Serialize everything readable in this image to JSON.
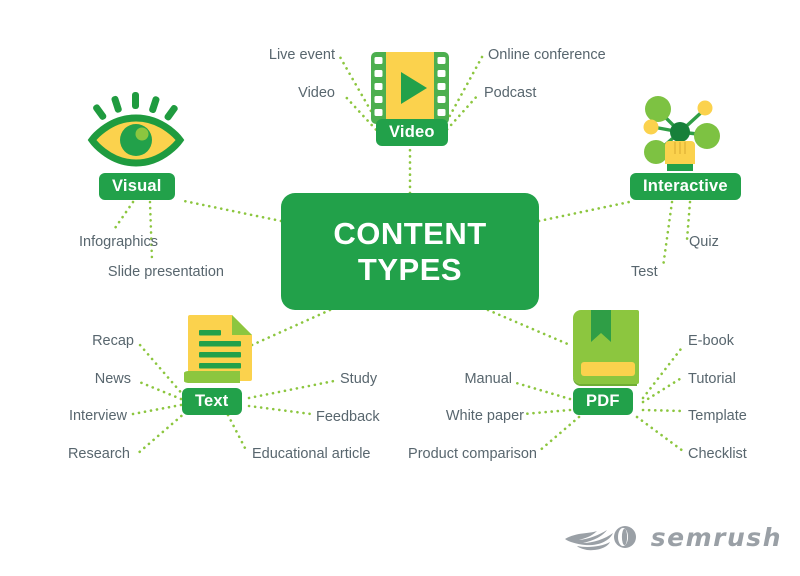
{
  "diagram": {
    "title": "CONTENT TYPES",
    "title_line1": "CONTENT",
    "title_line2": "TYPES",
    "colors": {
      "node_green": "#22a14a",
      "leaf_text": "#58666e",
      "connector_green": "#8cc63f",
      "icon_yellow": "#fbd24d",
      "icon_light_green": "#8cc63f",
      "background": "#ffffff",
      "logo_gray": "#9aa0a6"
    },
    "branches": [
      {
        "id": "visual",
        "label": "Visual",
        "icon": "eye-icon",
        "leaves": [
          "Infographics",
          "Slide presentation"
        ]
      },
      {
        "id": "video",
        "label": "Video",
        "icon": "film-play-icon",
        "leaves": [
          "Live event",
          "Video",
          "Online conference",
          "Podcast"
        ]
      },
      {
        "id": "interactive",
        "label": "Interactive",
        "icon": "hand-network-icon",
        "leaves": [
          "Quiz",
          "Test"
        ]
      },
      {
        "id": "text",
        "label": "Text",
        "icon": "document-icon",
        "leaves": [
          "Recap",
          "News",
          "Interview",
          "Research",
          "Study",
          "Feedback",
          "Educational article"
        ]
      },
      {
        "id": "pdf",
        "label": "PDF",
        "icon": "book-icon",
        "leaves": [
          "Manual",
          "White paper",
          "Product comparison",
          "E-book",
          "Tutorial",
          "Template",
          "Checklist"
        ]
      }
    ]
  },
  "branding": {
    "wordmark": "semrush",
    "logo_icon": "semrush-flame-icon"
  }
}
